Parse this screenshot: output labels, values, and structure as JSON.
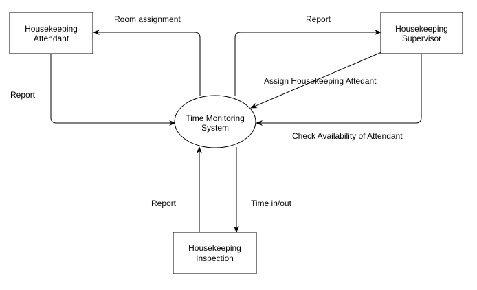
{
  "nodes": {
    "attendant": {
      "line1": "Housekeeping",
      "line2": "Attendant"
    },
    "supervisor": {
      "line1": "Housekeeping",
      "line2": "Supervisor"
    },
    "system": {
      "line1": "Time Monitoring",
      "line2": "System"
    },
    "inspection": {
      "line1": "Housekeeping",
      "line2": "Inspection"
    }
  },
  "edges": {
    "room_assignment": "Room assignment",
    "report_to_supervisor": "Report",
    "attendant_report": "Report",
    "assign_attendant": "Assign Housekeeping Attedant",
    "check_availability": "Check Availability of Attendant",
    "inspection_report": "Report",
    "time_in_out": "Time in/out"
  }
}
